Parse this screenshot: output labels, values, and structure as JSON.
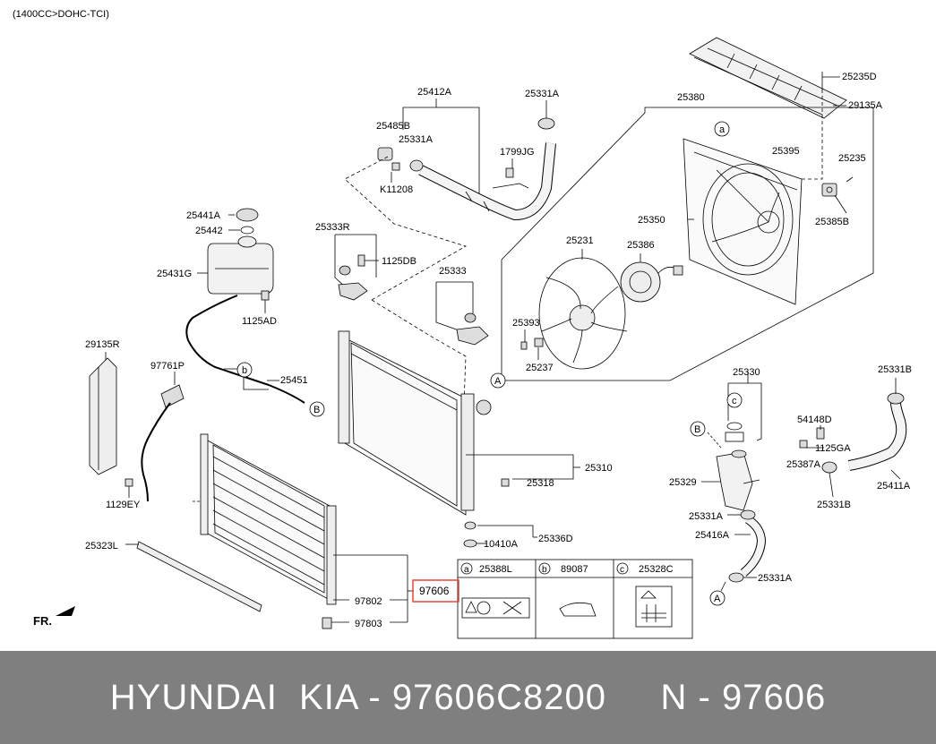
{
  "engine_spec": "(1400CC>DOHC-TCI)",
  "fr_label": "FR.",
  "highlight_part": "97606",
  "footer_text": "HYUNDAI  KIA - 97606C8200     N - 97606",
  "callouts": [
    {
      "id": "c25412a",
      "text": "25412A"
    },
    {
      "id": "c25331a_top",
      "text": "25331A"
    },
    {
      "id": "c25485b",
      "text": "25485B"
    },
    {
      "id": "c25331a_mid",
      "text": "25331A"
    },
    {
      "id": "c1799jg",
      "text": "1799JG"
    },
    {
      "id": "ck11208",
      "text": "K11208"
    },
    {
      "id": "c25380",
      "text": "25380"
    },
    {
      "id": "c25235d",
      "text": "25235D"
    },
    {
      "id": "c29135a",
      "text": "29135A"
    },
    {
      "id": "c25395",
      "text": "25395"
    },
    {
      "id": "c25235",
      "text": "25235"
    },
    {
      "id": "c25385b",
      "text": "25385B"
    },
    {
      "id": "c25350",
      "text": "25350"
    },
    {
      "id": "c25231",
      "text": "25231"
    },
    {
      "id": "c25386",
      "text": "25386"
    },
    {
      "id": "c25393",
      "text": "25393"
    },
    {
      "id": "c25237",
      "text": "25237"
    },
    {
      "id": "c25441a",
      "text": "25441A"
    },
    {
      "id": "c25442",
      "text": "25442"
    },
    {
      "id": "c25431g",
      "text": "25431G"
    },
    {
      "id": "c1125ad",
      "text": "1125AD"
    },
    {
      "id": "c25333r",
      "text": "25333R"
    },
    {
      "id": "c1125db",
      "text": "1125DB"
    },
    {
      "id": "c25333",
      "text": "25333"
    },
    {
      "id": "c29135r",
      "text": "29135R"
    },
    {
      "id": "c97761p",
      "text": "97761P"
    },
    {
      "id": "c25451",
      "text": "25451"
    },
    {
      "id": "c1129ey",
      "text": "1129EY"
    },
    {
      "id": "c25323l",
      "text": "25323L"
    },
    {
      "id": "c97802",
      "text": "97802"
    },
    {
      "id": "c97803",
      "text": "97803"
    },
    {
      "id": "c25310",
      "text": "25310"
    },
    {
      "id": "c25318",
      "text": "25318"
    },
    {
      "id": "c10410a",
      "text": "10410A"
    },
    {
      "id": "c25336d",
      "text": "25336D"
    },
    {
      "id": "c25330",
      "text": "25330"
    },
    {
      "id": "c25331b_top",
      "text": "25331B"
    },
    {
      "id": "c54148d",
      "text": "54148D"
    },
    {
      "id": "c1125ga",
      "text": "1125GA"
    },
    {
      "id": "c25387a",
      "text": "25387A"
    },
    {
      "id": "c25329",
      "text": "25329"
    },
    {
      "id": "c25331b_bot",
      "text": "25331B"
    },
    {
      "id": "c25411a",
      "text": "25411A"
    },
    {
      "id": "c25331a_r1",
      "text": "25331A"
    },
    {
      "id": "c25416a",
      "text": "25416A"
    },
    {
      "id": "c25331a_r2",
      "text": "25331A"
    }
  ],
  "circle_refs": {
    "a": "a",
    "b": "b",
    "c": "c",
    "A": "A",
    "B": "B"
  },
  "legend": {
    "cells": [
      {
        "letter": "a",
        "part": "25388L"
      },
      {
        "letter": "b",
        "part": "89087"
      },
      {
        "letter": "c",
        "part": "25328C"
      }
    ]
  },
  "colors": {
    "highlight": "#e8453c",
    "footer_bg": "#7f7f7f",
    "line": "#000000"
  }
}
